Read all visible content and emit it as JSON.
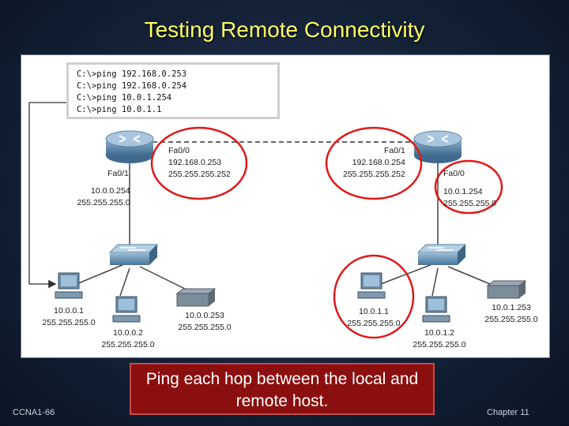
{
  "title": "Testing Remote Connectivity",
  "commands": [
    "C:\\>ping 192.168.0.253",
    "C:\\>ping 192.168.0.254",
    "C:\\>ping 10.0.1.254",
    "C:\\>ping 10.0.1.1"
  ],
  "router_left": {
    "fa00_label": "Fa0/0",
    "fa00_ip": "192.168.0.253",
    "fa00_mask": "255.255.255.252",
    "fa01_label": "Fa0/1",
    "fa01_ip": "10.0.0.254",
    "fa01_mask": "255.255.255.0"
  },
  "router_right": {
    "fa01_label": "Fa0/1",
    "fa01_ip": "192.168.0.254",
    "fa01_mask": "255.255.255.252",
    "fa00_label": "Fa0/0",
    "fa00_ip": "10.0.1.254",
    "fa00_mask": "255.255.255.0"
  },
  "hosts_left": [
    {
      "ip": "10.0.0.1",
      "mask": "255.255.255.0"
    },
    {
      "ip": "10.0.0.2",
      "mask": "255.255.255.0"
    },
    {
      "ip": "10.0.0.253",
      "mask": "255.255.255.0"
    }
  ],
  "hosts_right": [
    {
      "ip": "10.0.1.1",
      "mask": "255.255.255.0"
    },
    {
      "ip": "10.0.1.2",
      "mask": "255.255.255.0"
    },
    {
      "ip": "10.0.1.253",
      "mask": "255.255.255.0"
    }
  ],
  "callout": "Ping each hop between the local and remote host.",
  "footer_left": "CCNA1-66",
  "footer_right": "Chapter 11",
  "colors": {
    "title": "#ffff66",
    "highlight_circle": "#e01818",
    "callout_bg": "#8b0f0f"
  }
}
